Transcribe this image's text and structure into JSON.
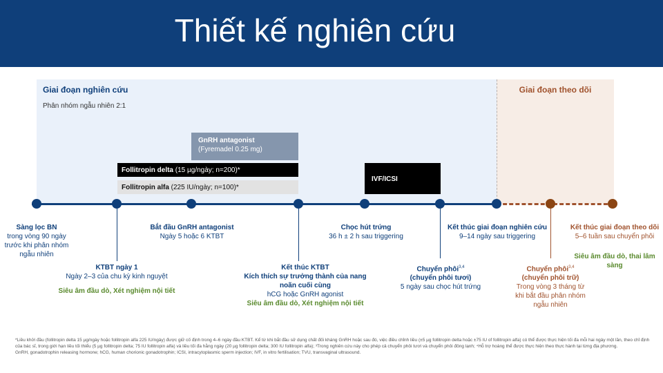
{
  "title": "Thiết kế nghiên cứu",
  "phases": {
    "study": "Giai đoạn nghiên cứu",
    "followup": "Giai đoạn theo dõi",
    "randomization": "Phân nhóm ngẫu nhiên 2:1"
  },
  "boxes": {
    "antagonist_title": "GnRH antagonist",
    "antagonist_detail": "(Fyremadel 0.25 mg)",
    "delta_name": "Follitropin delta",
    "delta_detail": " (15 µg/ngày; n=200)*",
    "alfa_name": "Follitropin alfa",
    "alfa_detail": " (225 IU/ngày; n=100)*",
    "ivf": "IVF/ICSI"
  },
  "milestones": {
    "screening": {
      "title": "Sàng lọc BN",
      "detail": "trong vòng 90 ngày trước khi phân nhóm ngẫu nhiên"
    },
    "ktbt": {
      "title": "KTBT ngày 1",
      "detail": "Ngày 2–3 của chu kỳ kinh nguyệt",
      "assess": "Siêu âm đầu dò, Xét nghiệm nội tiết"
    },
    "antag_start": {
      "title": "Bắt đầu GnRH antagonist",
      "detail": "Ngày 5 hoặc 6 KTBT"
    },
    "ktbt_end": {
      "title": "Kết thúc KTBT",
      "subtitle": "Kích thích sự trưởng thành của nang noãn cuối cùng",
      "detail": "hCG hoặc GnRH agonist",
      "assess": "Siêu âm đầu dò, Xét nghiệm nội tiết"
    },
    "retrieval": {
      "title": "Chọc hút trứng",
      "detail": "36 h ± 2 h sau triggering"
    },
    "transfer_fresh": {
      "title": "Chuyển phôi",
      "sup": "3,4",
      "subtitle": "(chuyển phôi tươi)",
      "detail": "5 ngày sau chọc hút trứng"
    },
    "study_end": {
      "title": "Kết thúc giai đoạn nghiên cứu",
      "detail": "9–14 ngày sau triggering"
    },
    "transfer_frozen": {
      "title": "Chuyển phôi",
      "sup": "3,4",
      "subtitle": "(chuyển phôi trữ)",
      "detail": "Trong vòng 3 tháng từ khi bắt đầu phân nhóm ngẫu nhiên"
    },
    "followup_end": {
      "title": "Kết thúc giai đoạn theo dõi",
      "detail": "5–6 tuần sau chuyển phôi",
      "assess": "Siêu âm đầu dò, thai lâm sàng"
    }
  },
  "footnote": {
    "line1": "*Liều khởi đầu (follitropin delta 15 µg/ngày hoặc follitropin alfa 225 IU/ngày) được giữ cố định trong 4–6 ngày đầu KTBT. Kể từ khi bắt đầu sử dụng chất đối kháng GnRH hoặc sau đó, việc điều chỉnh liều (±5 µg follitropin delta hoặc ±75 IU of follitropin alfa) có thể được thực hiện tối đa mỗi hai ngày một lần, theo chỉ định của bác sĩ, trong giới hạn liều tối thiểu (5 µg follitropin delta; 75 IU follitropin alfa) và liều tối đa hằng ngày (20 µg follitropin delta; 300 IU follitropin alfa); ³Trong nghiên cứu này cho phép cả chuyển phôi tươi và chuyển phôi đông lạnh; ⁴Hỗ trợ hoàng thể được thực hiện theo thực hành tại từng địa phương.",
    "line2": "GnRH, gonadotrophin releasing hormone; hCG, human chorionic gonadotrophin; ICSI, intracytoplasmic sperm injection; IVF, in vitro fertilisation; TVU, transvaginal ultrasound."
  },
  "colors": {
    "navy": "#0f3f7a",
    "brown": "#a0522d",
    "green": "#5a8a2e",
    "study_bg": "#eaf1fa",
    "follow_bg": "#f7ede6"
  }
}
